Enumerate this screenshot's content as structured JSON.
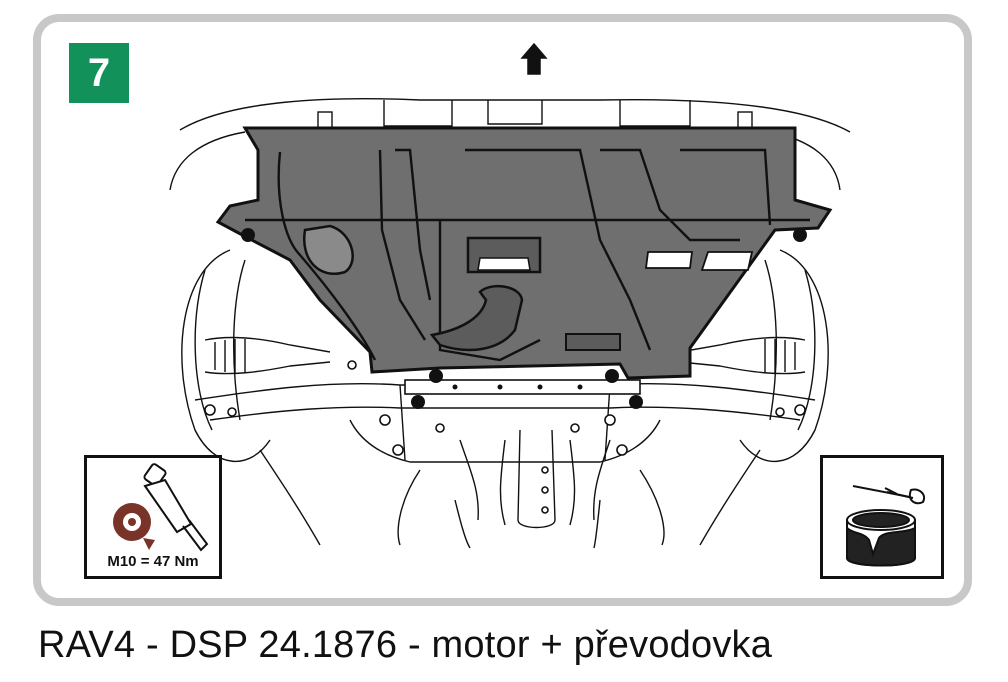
{
  "step": {
    "number": "7",
    "badge_color": "#12925a"
  },
  "torque": {
    "label": "M10 = 47 Nm",
    "icon_color": "#7a3328"
  },
  "caption": {
    "text": "RAV4 - DSP 24.1876 - motor + převodovka"
  },
  "plate": {
    "fill": "#6f6f6f"
  },
  "icons": [
    "up-arrow-icon",
    "torque-wrench-icon",
    "paint-can-icon"
  ]
}
